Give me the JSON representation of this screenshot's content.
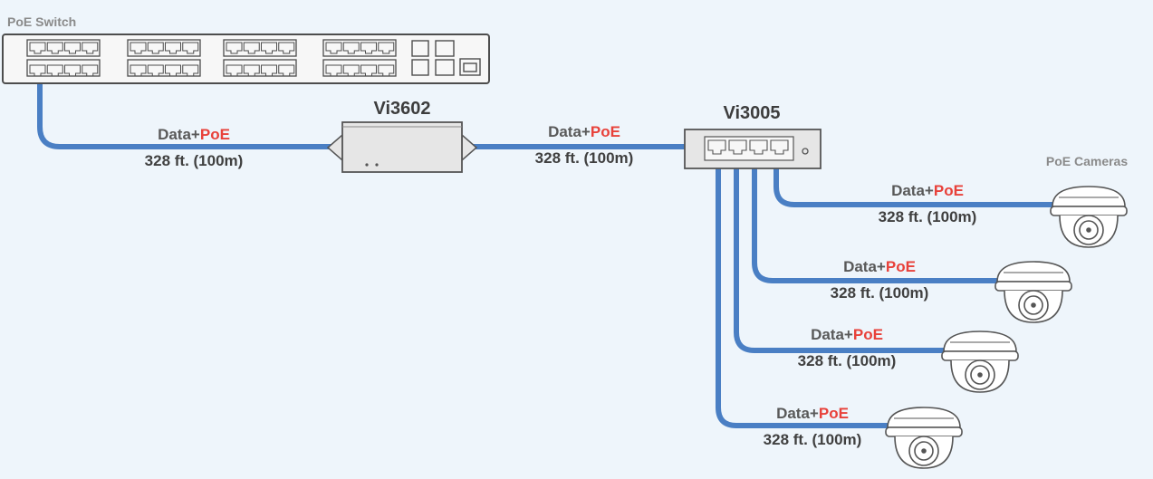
{
  "labels": {
    "switch_title": "PoE Switch",
    "extender": "Vi3602",
    "hub": "Vi3005",
    "cameras_title": "PoE Cameras"
  },
  "link_label": {
    "data_part": "Data+",
    "poe_part": "PoE",
    "distance": "328 ft. (100m)"
  },
  "colors": {
    "background": "#eef5fb",
    "cable": "#4a7fc4",
    "poe_accent": "#e8413a",
    "device_fill": "#e6e6e6",
    "device_stroke": "#555555"
  },
  "icons": {
    "switch": "poe-switch-icon",
    "extender": "extender-icon",
    "hub": "hub-icon",
    "camera": "dome-camera-icon"
  }
}
